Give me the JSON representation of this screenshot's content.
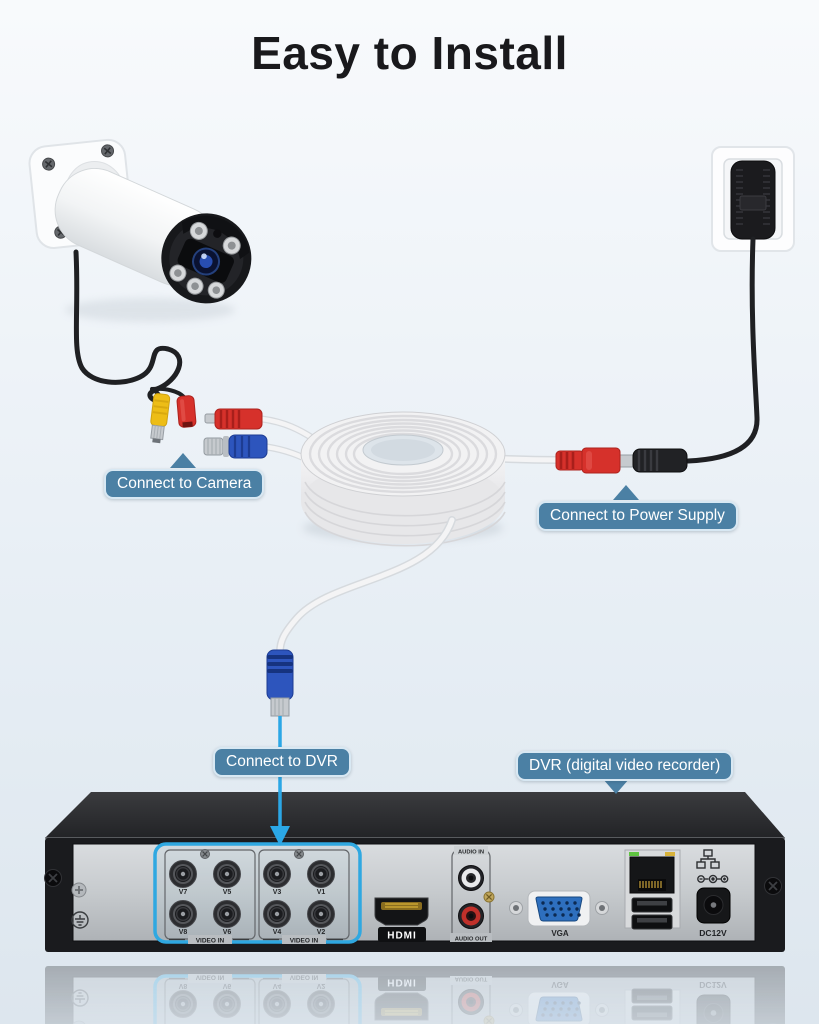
{
  "title": "Easy to Install",
  "callouts": {
    "camera": "Connect to Camera",
    "power": "Connect to Power Supply",
    "dvr_connect": "Connect to DVR",
    "dvr_name": "DVR (digital video recorder)"
  },
  "dvr": {
    "video_in_groups": [
      {
        "label": "VIDEO IN",
        "ports": [
          "V7",
          "V5",
          "V8",
          "V6"
        ]
      },
      {
        "label": "VIDEO IN",
        "ports": [
          "V3",
          "V1",
          "V4",
          "V2"
        ]
      }
    ],
    "hdmi_label": "HDMI",
    "audio_in_label": "AUDIO IN",
    "audio_out_label": "AUDIO OUT",
    "vga_label": "VGA",
    "power_label": "DC12V"
  },
  "colors": {
    "callout_bg": "#4b80a4",
    "highlight_blue": "#2fa8e1",
    "bnc_blue": "#2d55bd",
    "dc_red": "#d6312b",
    "bnc_yellow": "#edbd16"
  }
}
